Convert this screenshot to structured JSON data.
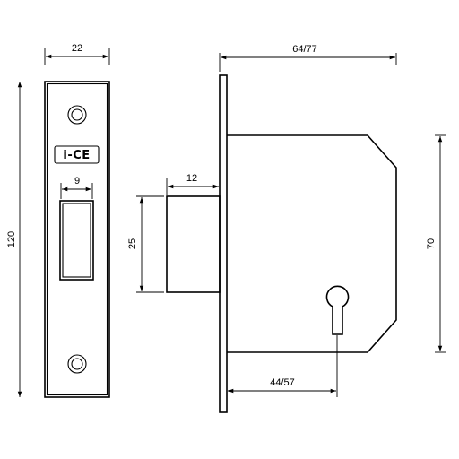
{
  "brand": {
    "logo_text": "i-CE"
  },
  "dimensions": {
    "faceplate_width": "22",
    "faceplate_height": "120",
    "bolt_hole_width": "9",
    "bolt_projection": "12",
    "bolt_height": "25",
    "body_depth": "64/77",
    "backset": "44/57",
    "body_height": "70"
  },
  "colors": {
    "line": "#000000",
    "background": "#ffffff"
  }
}
